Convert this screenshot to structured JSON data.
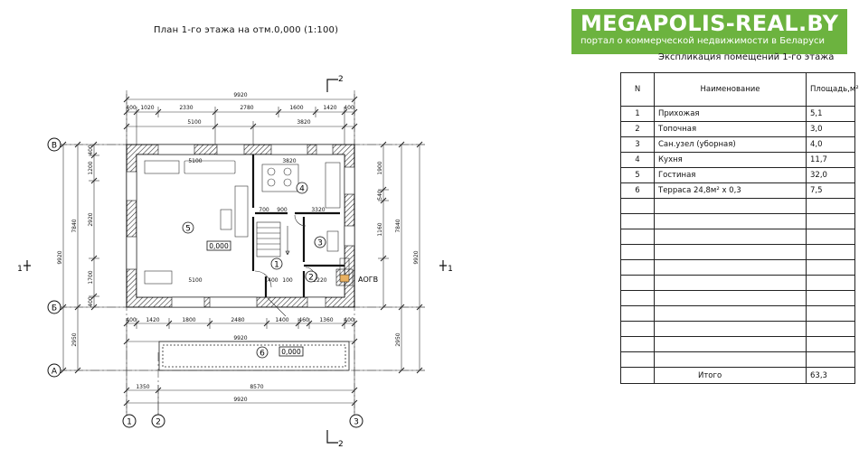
{
  "plan": {
    "title": "План 1-го этажа на отм.0,000 (1:100)",
    "section_mark": "2",
    "side_mark": "1",
    "axes": {
      "B": "В",
      "Bb": "Б",
      "A": "А",
      "n1": "1",
      "n2": "2",
      "n3": "3"
    },
    "elev_room": "0,000",
    "elev_terrace": "0,000",
    "rooms": [
      "1",
      "2",
      "3",
      "4",
      "5",
      "6"
    ],
    "aogv": "АОГВ",
    "dims": {
      "top_total": "9920",
      "top_row": [
        "400",
        "1020",
        "2330",
        "2780",
        "1600",
        "1420",
        "400"
      ],
      "top_inner": [
        "5100",
        "3820"
      ],
      "bottom_row": [
        "400",
        "1420",
        "1800",
        "2480",
        "1400",
        "460",
        "1360",
        "400"
      ],
      "bottom_total": "9920",
      "bottom_1350": "1350",
      "bottom_8570": "8570",
      "bottom_total2": "9920",
      "inner_bottom": [
        "5100",
        "1400",
        "100",
        "2220"
      ],
      "inner_mid": [
        "700",
        "900",
        "3320"
      ],
      "left_total": "7840",
      "left_chain": [
        "400",
        "1200",
        "2920",
        "1700",
        "400"
      ],
      "right_total": "7840",
      "right_chain": [
        "1900",
        "540",
        "1160"
      ],
      "left_lower": "2950",
      "right_lower": "2950",
      "left_outer": "9920",
      "right_outer": "9920"
    }
  },
  "logo": {
    "name": "MEGAPOLIS-REAL.BY",
    "tagline": "портал о коммерческой недвижимости в Беларуси"
  },
  "explication": {
    "title": "Экспликация помещений 1-го этажа",
    "headers": {
      "n": "N",
      "name": "Наименование",
      "area": "Площадь,м²"
    },
    "rows": [
      {
        "n": "1",
        "name": "Прихожая",
        "area": "5,1"
      },
      {
        "n": "2",
        "name": "Топочная",
        "area": "3,0"
      },
      {
        "n": "3",
        "name": "Сан.узел (уборная)",
        "area": "4,0"
      },
      {
        "n": "4",
        "name": "Кухня",
        "area": "11,7"
      },
      {
        "n": "5",
        "name": "Гостиная",
        "area": "32,0"
      },
      {
        "n": "6",
        "name": "Терраса 24,8м² х 0,3",
        "area": "7,5"
      }
    ],
    "total_label": "Итого",
    "total_value": "63,3"
  }
}
